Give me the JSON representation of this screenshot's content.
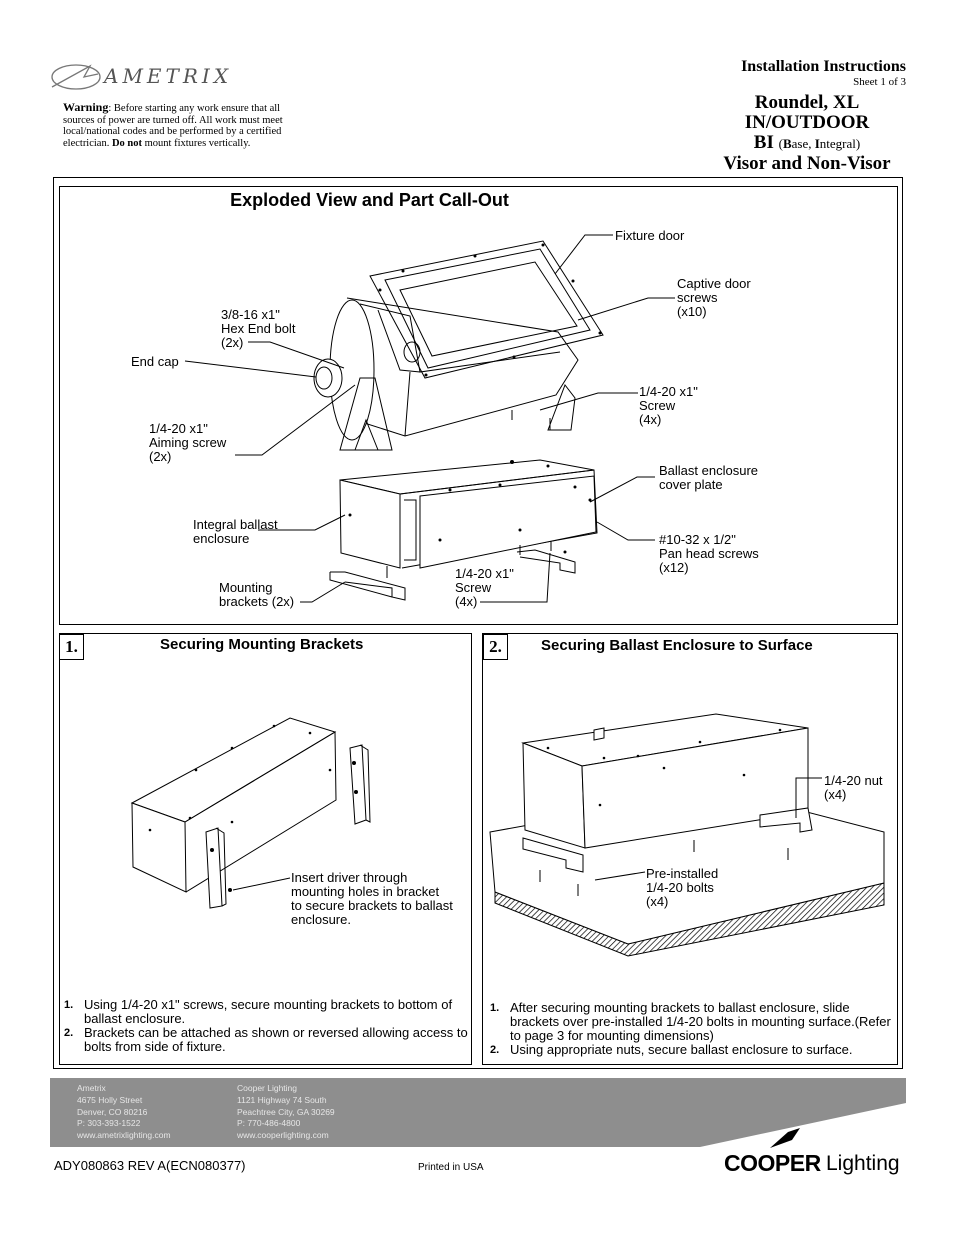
{
  "header": {
    "brand": "AMETRIX",
    "title": "Installation Instructions",
    "sheet": "Sheet 1 of 3",
    "product_line1": "Roundel, XL",
    "product_line2": "IN/OUTDOOR",
    "bi": "BI",
    "bi_paren_open": "(",
    "bi_B": "B",
    "bi_ase": "ase, ",
    "bi_I": "I",
    "bi_ntegral": "ntegral",
    "bi_paren_close": ")",
    "product_line4": "Visor and Non-Visor"
  },
  "warning": {
    "label": "Warning",
    "colon": ":",
    "text": " Before starting any work ensure that all sources of power are turned off.  All work must meet local/national codes and be performed by a certified electrician. ",
    "emphasis": "Do not",
    "text_end": " mount fixtures vertically."
  },
  "exploded": {
    "title": "Exploded View and Part Call-Out",
    "callouts": {
      "fixture_door": "Fixture door",
      "captive_screws": "Captive door\nscrews\n(x10)",
      "hex_bolt": "3/8-16 x1\"\nHex End bolt\n(2x)",
      "end_cap": "End cap",
      "screw_4x_top": "1/4-20 x1\"\nScrew\n(4x)",
      "aiming_screw": "1/4-20 x1\"\nAiming screw\n(2x)",
      "cover_plate": "Ballast enclosure\ncover plate",
      "integral_ballast": "Integral ballast\nenclosure",
      "pan_head": "#10-32 x 1/2\"\nPan head screws\n(x12)",
      "mounting_brackets": "Mounting\nbrackets (2x)",
      "screw_4x_bottom": "1/4-20 x1\"\nScrew\n(4x)"
    }
  },
  "step1": {
    "number": "1.",
    "title": "Securing Mounting Brackets",
    "callout": "Insert driver through\nmounting holes in bracket\nto secure brackets to ballast\nenclosure.",
    "steps": [
      {
        "n": "1.",
        "text": "Using 1/4-20 x1\" screws, secure mounting brackets to bottom of ballast enclosure."
      },
      {
        "n": "2.",
        "text": "Brackets can be attached as shown or reversed allowing access to bolts from side of fixture."
      }
    ]
  },
  "step2": {
    "number": "2.",
    "title": "Securing Ballast Enclosure to Surface",
    "callouts": {
      "nut": "1/4-20 nut\n(x4)",
      "bolts": "Pre-installed\n1/4-20 bolts\n(x4)"
    },
    "steps": [
      {
        "n": "1.",
        "text": "After securing mounting brackets to ballast enclosure, slide brackets over pre-installed 1/4-20 bolts in mounting surface.(Refer to page 3 for mounting dimensions)"
      },
      {
        "n": "2.",
        "text": "Using appropriate nuts, secure ballast enclosure to surface."
      }
    ]
  },
  "footer": {
    "ametrix": [
      "Ametrix",
      "4675 Holly Street",
      "Denver, CO 80216",
      "P: 303-393-1522",
      "www.ametrixlighting.com"
    ],
    "cooper": [
      "Cooper Lighting",
      "1121 Highway 74 South",
      "Peachtree City, GA 30269",
      "P: 770-486-4800",
      "www.cooperlighting.com"
    ],
    "doc_number": "ADY080863 REV A(ECN080377)",
    "printed": "Printed in USA",
    "brand_bold": "COOPER",
    "brand_light": "Lighting"
  }
}
